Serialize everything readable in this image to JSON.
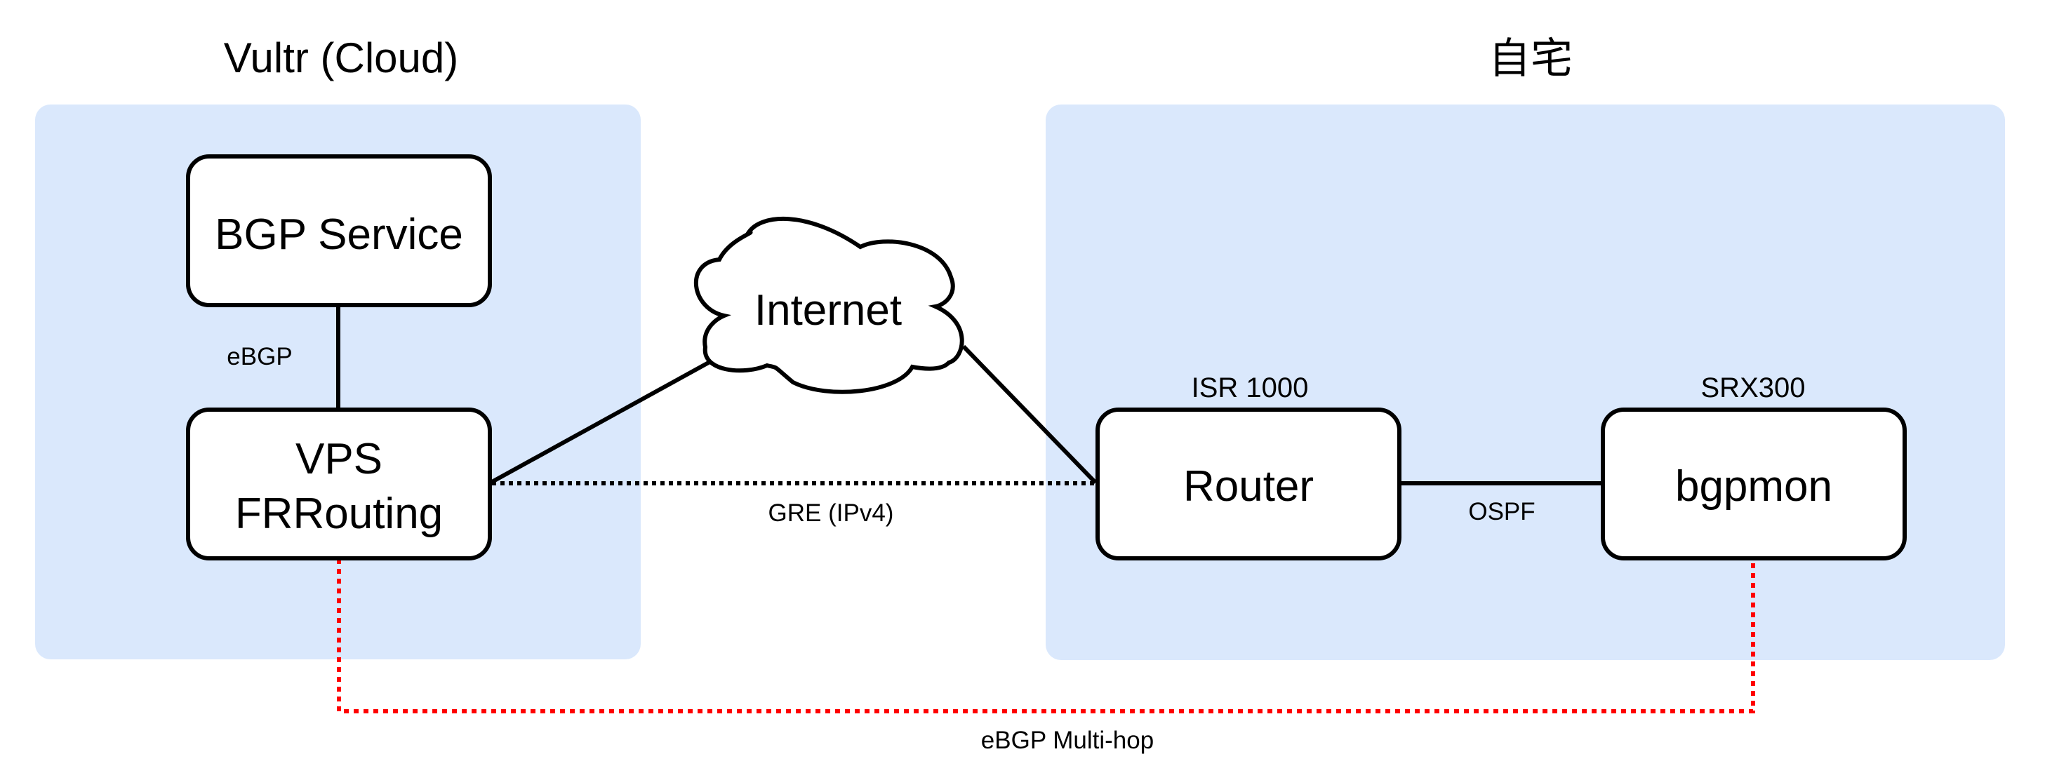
{
  "diagram": {
    "zones": [
      {
        "id": "cloud",
        "title": "Vultr (Cloud)",
        "fill": "#dae8fc"
      },
      {
        "id": "home",
        "title": "自宅",
        "fill": "#dae8fc"
      }
    ],
    "nodes": [
      {
        "id": "bgp-service",
        "lines": [
          "BGP Service"
        ],
        "caption": ""
      },
      {
        "id": "vps",
        "lines": [
          "VPS",
          "FRRouting"
        ],
        "caption": ""
      },
      {
        "id": "internet",
        "lines": [
          "Internet"
        ],
        "caption": "",
        "shape": "cloud"
      },
      {
        "id": "router",
        "lines": [
          "Router"
        ],
        "caption": "ISR 1000"
      },
      {
        "id": "bgpmon",
        "lines": [
          "bgpmon"
        ],
        "caption": "SRX300"
      }
    ],
    "edges": [
      {
        "id": "ebgp",
        "from": "bgp-service",
        "to": "vps",
        "label": "eBGP",
        "style": "solid",
        "color": "#000000"
      },
      {
        "id": "vps-internet",
        "from": "vps",
        "to": "internet",
        "label": "",
        "style": "solid",
        "color": "#000000"
      },
      {
        "id": "internet-router",
        "from": "internet",
        "to": "router",
        "label": "",
        "style": "solid",
        "color": "#000000"
      },
      {
        "id": "gre",
        "from": "vps",
        "to": "router",
        "label": "GRE (IPv4)",
        "style": "dotted",
        "color": "#000000"
      },
      {
        "id": "ospf",
        "from": "router",
        "to": "bgpmon",
        "label": "OSPF",
        "style": "solid",
        "color": "#000000"
      },
      {
        "id": "ebgp-multihop",
        "from": "vps",
        "to": "bgpmon",
        "label": "eBGP Multi-hop",
        "style": "dotted",
        "color": "#ff0000"
      }
    ]
  }
}
